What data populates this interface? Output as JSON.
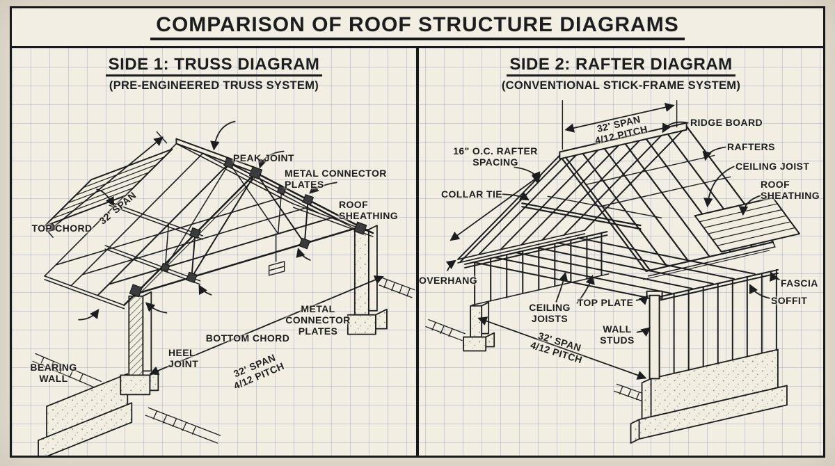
{
  "title": "COMPARISON OF ROOF STRUCTURE DIAGRAMS",
  "colors": {
    "paper": "#f2eee3",
    "ink": "#1d1d1d",
    "grid_line": "#9fb0cc",
    "margin": "#e9e4d8"
  },
  "panels": {
    "truss": {
      "title": "SIDE 1: TRUSS DIAGRAM",
      "subtitle": "(PRE-ENGINEERED TRUSS SYSTEM)",
      "labels": {
        "peak_joint": "PEAK JOINT",
        "metal_connector_plates_top": "METAL CONNECTOR\nPLATES",
        "roof_sheathing": "ROOF\nSHEATHING",
        "top_chord": "TOP CHORD",
        "span_top": "32' SPAN",
        "bearing_wall": "BEARING\nWALL",
        "heel_joint": "HEEL\nJOINT",
        "bottom_chord": "BOTTOM CHORD",
        "metal_connector_plates_bottom": "METAL\nCONNECTOR\nPLATES",
        "span_bottom": "32' SPAN\n4/12 PITCH"
      }
    },
    "rafter": {
      "title": "SIDE 2: RAFTER DIAGRAM",
      "subtitle": "(CONVENTIONAL STICK-FRAME SYSTEM)",
      "labels": {
        "span_top": "32' SPAN\n4/12 PITCH",
        "rafter_spacing": "16\" O.C. RAFTER\nSPACING",
        "collar_tie": "COLLAR TIE",
        "ridge_board": "RIDGE BOARD",
        "rafters": "RAFTERS",
        "ceiling_joist": "CEILING JOIST",
        "roof_sheathing": "ROOF\nSHEATHING",
        "overhang": "OVERHANG",
        "ceiling_joists": "CEILING\nJOISTS",
        "top_plate": "TOP PLATE",
        "wall_studs": "WALL\nSTUDS",
        "fascia": "FASCIA",
        "soffit": "SOFFIT",
        "span_bottom": "32' SPAN\n4/12 PITCH"
      }
    }
  }
}
